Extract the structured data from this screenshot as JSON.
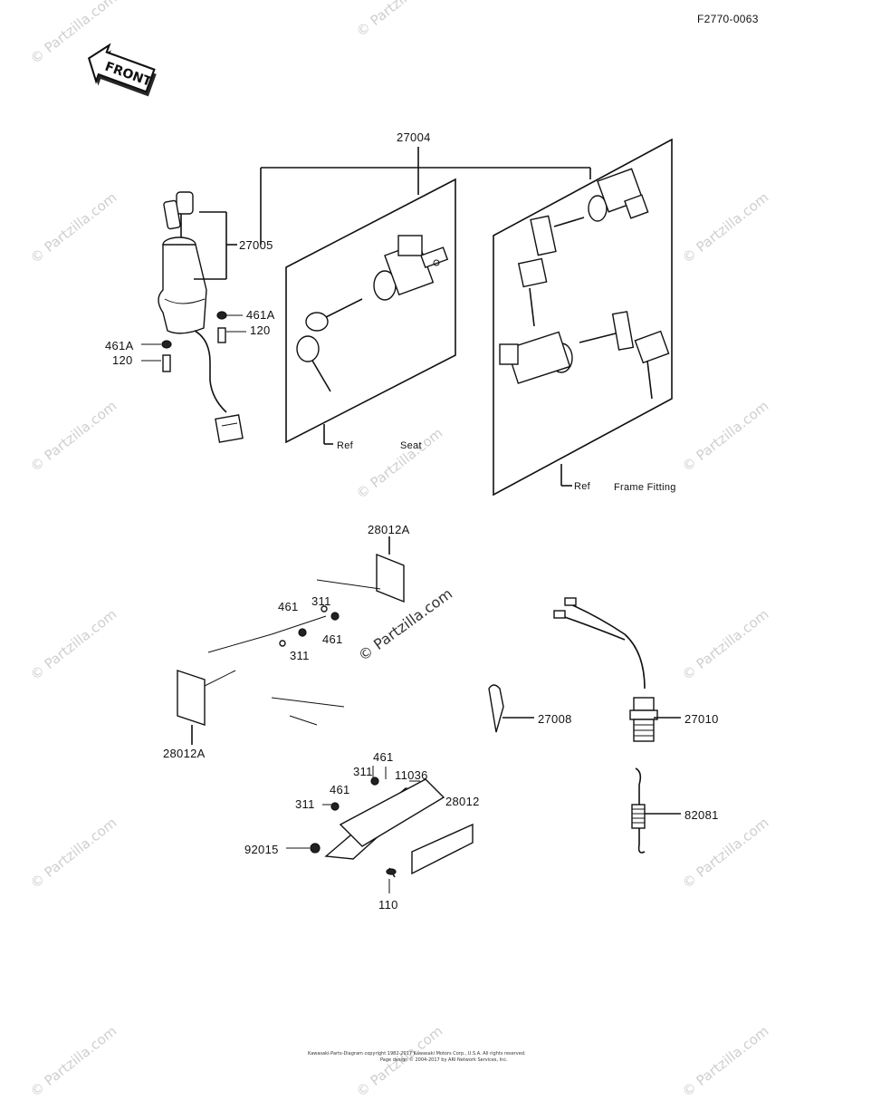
{
  "diagram_code": "F2770-0063",
  "front_label": "FRONT",
  "labels": {
    "p27004": "27004",
    "p27005": "27005",
    "p461A_a": "461A",
    "p120_a": "120",
    "p461A_b": "461A",
    "p120_b": "120",
    "ref_seat": "Ref",
    "seat": "Seat",
    "ref_frame": "Ref",
    "frame_fitting": "Frame Fitting",
    "p28012A_top": "28012A",
    "p461_a": "461",
    "p311_a": "311",
    "p461_b": "461",
    "p311_b": "311",
    "p28012A_bottom": "28012A",
    "p27008": "27008",
    "p27010": "27010",
    "p461_c": "461",
    "p311_c": "311",
    "p11036": "11036",
    "p461_d": "461",
    "p28012": "28012",
    "p311_d": "311",
    "p92015": "92015",
    "p110": "110",
    "p82081": "82081"
  },
  "watermark": "© Partzilla.com",
  "footer": {
    "line1": "Kawasaki-Parts-Diagram copyright 1982-2017 Kawasaki Motors Corp., U.S.A. All rights reserved.",
    "line2": "Page design © 2004-2017 by ARI Network Services, Inc."
  }
}
